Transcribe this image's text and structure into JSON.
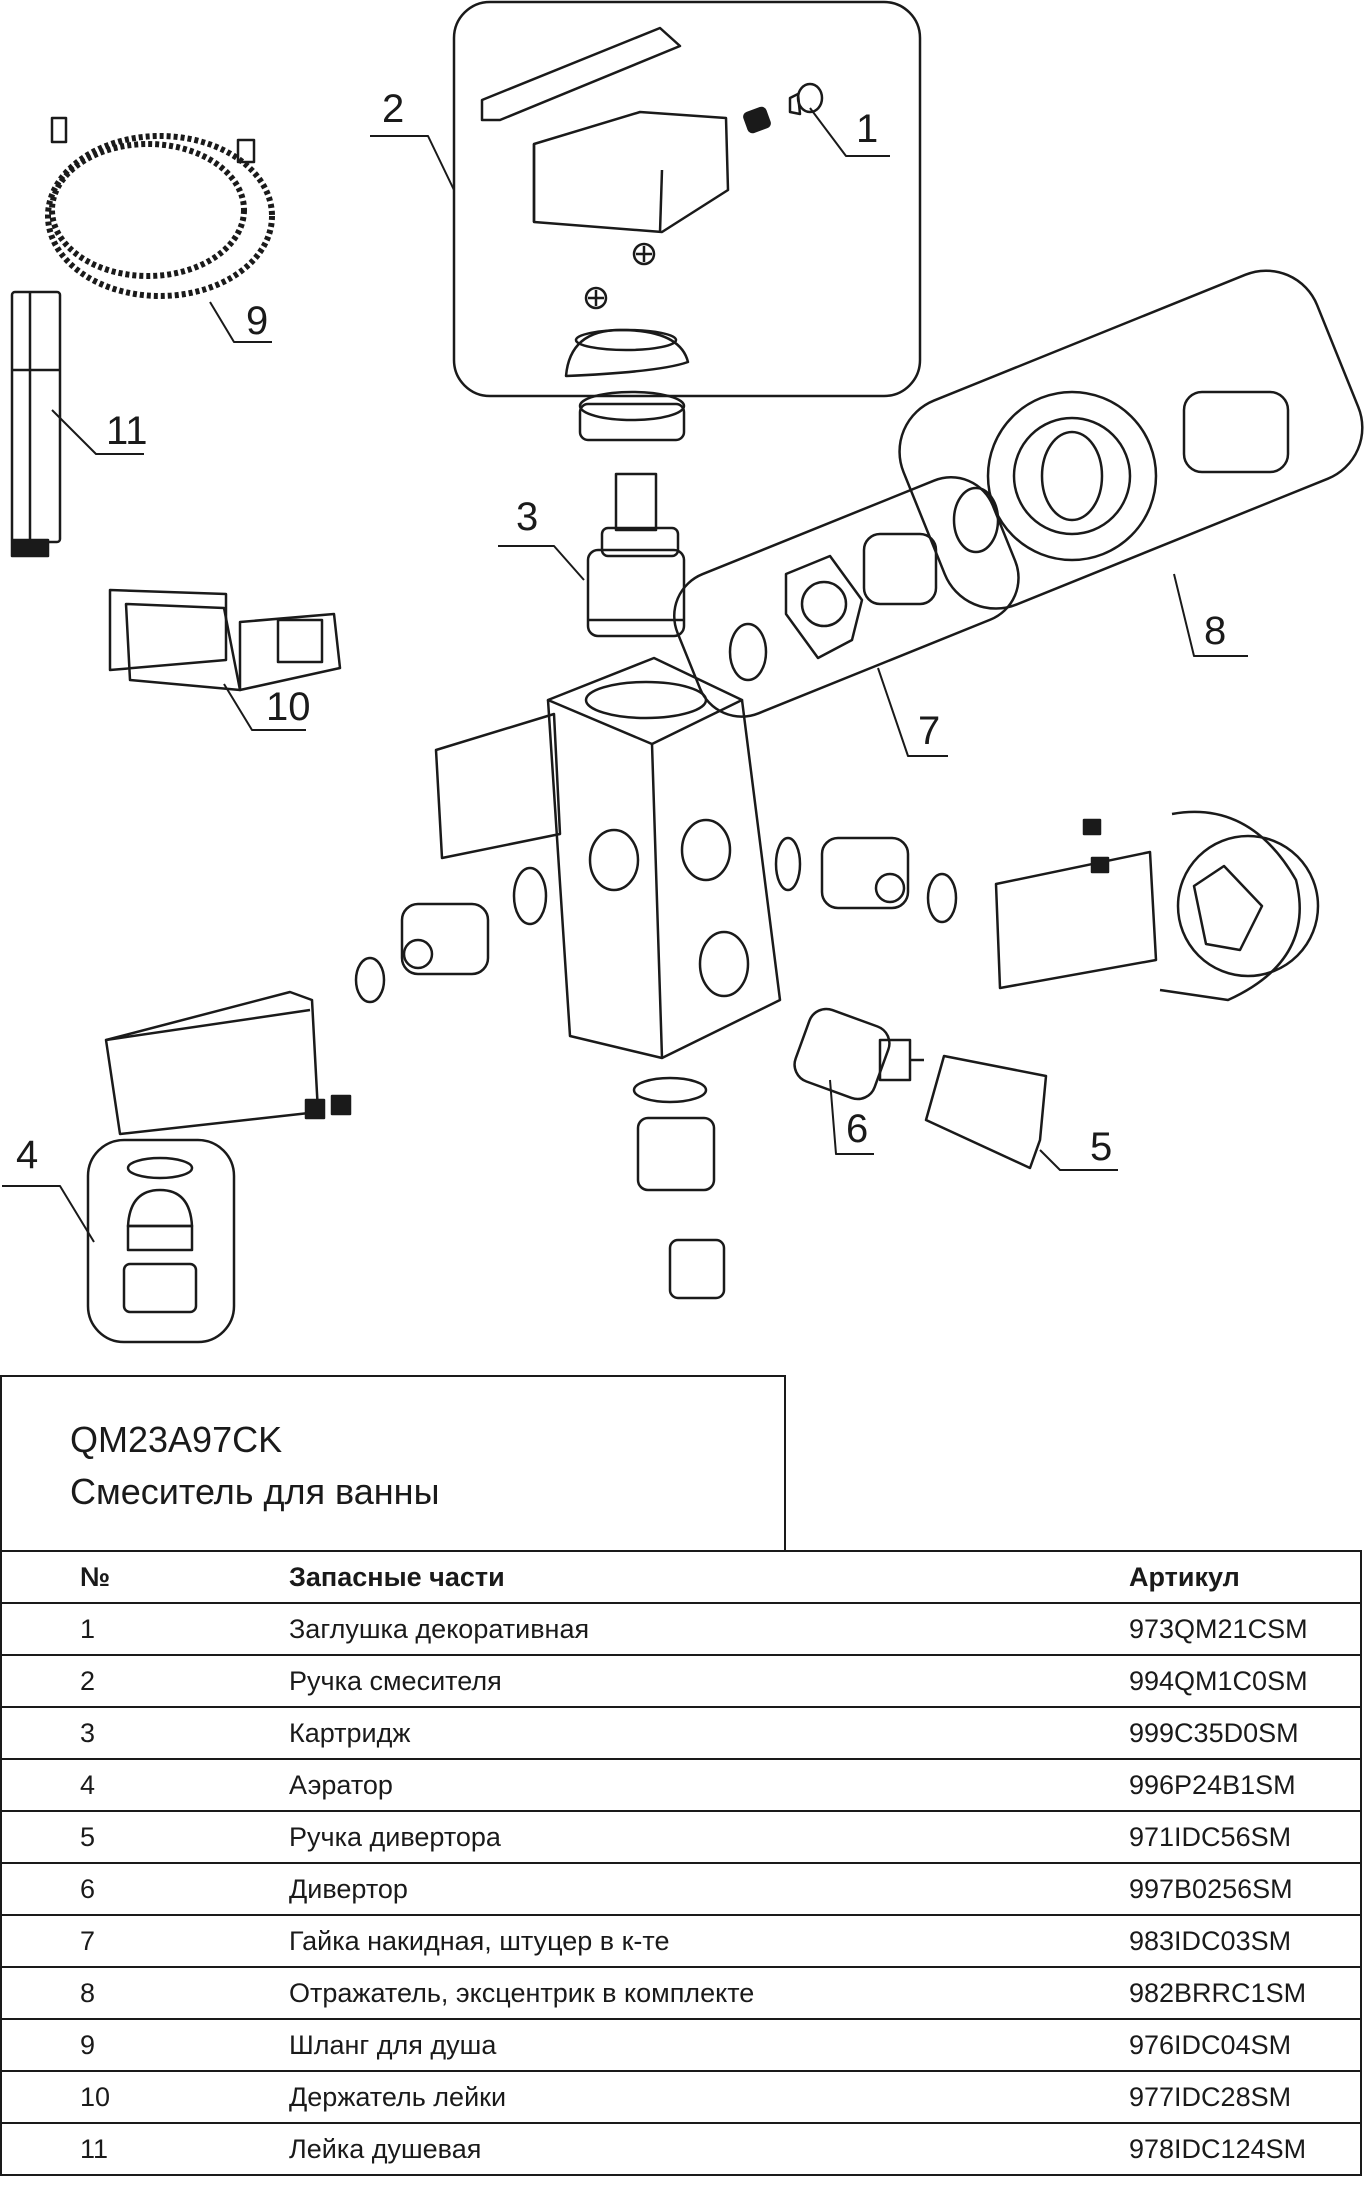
{
  "callouts": [
    "1",
    "2",
    "3",
    "4",
    "5",
    "6",
    "7",
    "8",
    "9",
    "10",
    "11"
  ],
  "product": {
    "model": "QM23A97CK",
    "name": "Смеситель для ванны"
  },
  "table": {
    "headers": {
      "no": "№",
      "name": "Запасные части",
      "article": "Артикул"
    },
    "rows": [
      {
        "no": "1",
        "name": "Заглушка декоративная",
        "article": "973QM21CSM"
      },
      {
        "no": "2",
        "name": "Ручка смесителя",
        "article": "994QM1C0SM"
      },
      {
        "no": "3",
        "name": "Картридж",
        "article": "999C35D0SM"
      },
      {
        "no": "4",
        "name": "Аэратор",
        "article": "996P24B1SM"
      },
      {
        "no": "5",
        "name": "Ручка дивертора",
        "article": "971IDC56SM"
      },
      {
        "no": "6",
        "name": "Дивертор",
        "article": "997B0256SM"
      },
      {
        "no": "7",
        "name": "Гайка накидная, штуцер в к-те",
        "article": "983IDC03SM"
      },
      {
        "no": "8",
        "name": "Отражатель, эксцентрик в комплекте",
        "article": "982BRRC1SM"
      },
      {
        "no": "9",
        "name": "Шланг для душа",
        "article": "976IDC04SM"
      },
      {
        "no": "10",
        "name": "Держатель лейки",
        "article": "977IDC28SM"
      },
      {
        "no": "11",
        "name": "Лейка душевая",
        "article": "978IDC124SM"
      }
    ]
  }
}
